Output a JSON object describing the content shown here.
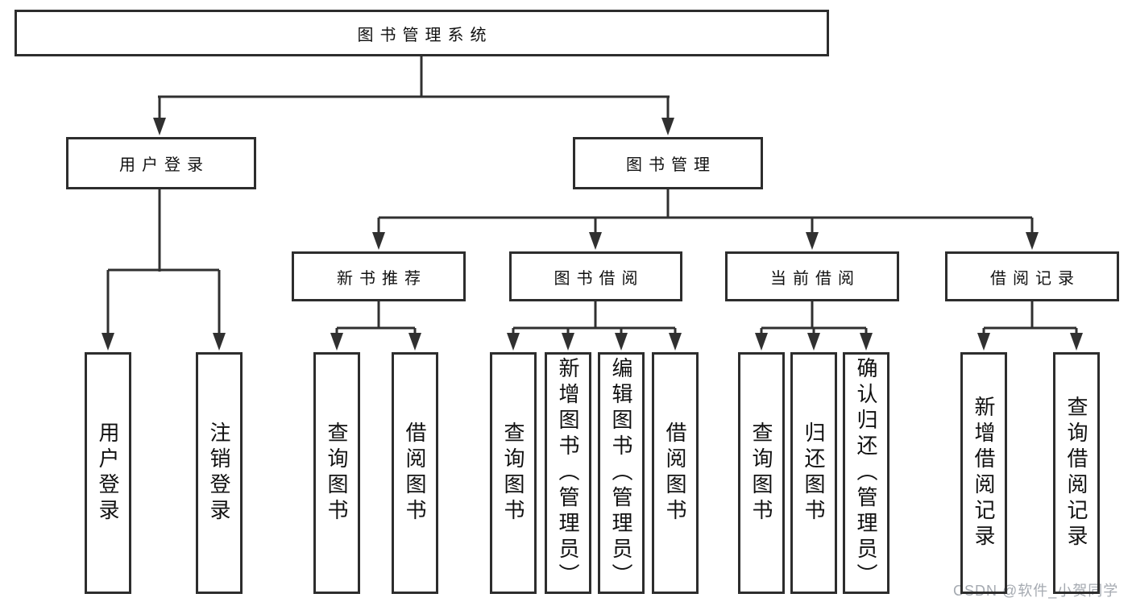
{
  "diagram": {
    "title": "图书管理系统",
    "nodes": {
      "root": "图书管理系统",
      "level2": {
        "user_login": "用户登录",
        "book_mgmt": "图书管理"
      },
      "level3": {
        "new_book_rec": "新书推荐",
        "book_borrow": "图书借阅",
        "current_borrow": "当前借阅",
        "borrow_record": "借阅记录"
      },
      "leaves": {
        "user_login": [
          "用户登录",
          "注销登录"
        ],
        "new_book_rec": [
          "查询图书",
          "借阅图书"
        ],
        "book_borrow": [
          "查询图书",
          "新增图书（管理员）",
          "编辑图书（管理员）",
          "借阅图书"
        ],
        "current_borrow": [
          "查询图书",
          "归还图书",
          "确认归还（管理员）"
        ],
        "borrow_record": [
          "新增借阅记录",
          "查询借阅记录"
        ]
      }
    },
    "watermark": "CSDN @软件_小贺同学",
    "colors": {
      "line": "#303030",
      "box_border": "#2d2d2d",
      "text": "#111111",
      "watermark": "#a5aab1",
      "background": "#ffffff"
    }
  }
}
